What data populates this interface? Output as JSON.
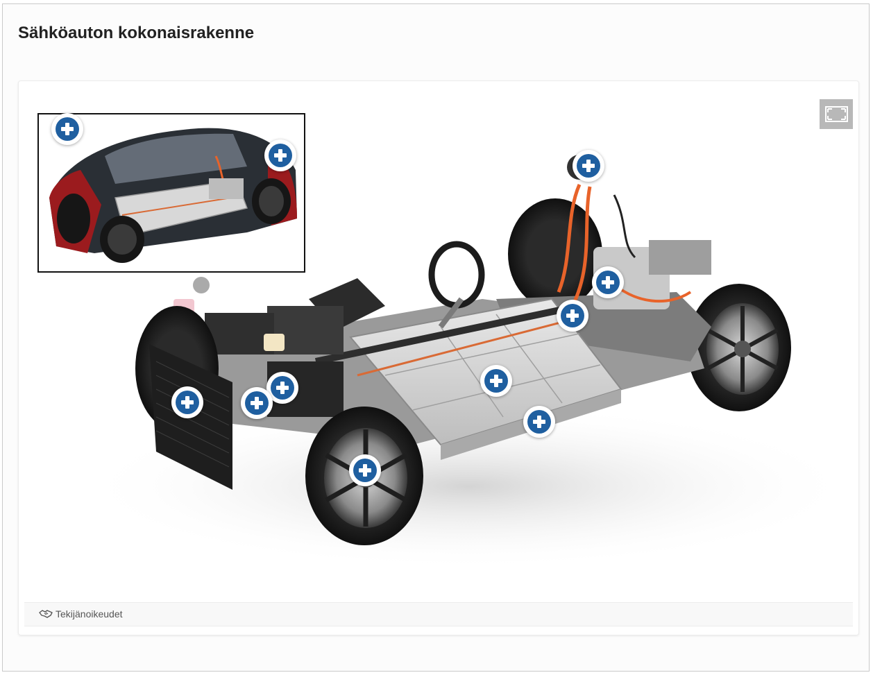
{
  "page": {
    "title": "Sähköauton kokonaisrakenne"
  },
  "viewer": {
    "fullscreen_icon": "fullscreen-expand-icon",
    "inset_hotspot_count": 2,
    "main_hotspot_count": 9,
    "hotspot_icon": "plus-circle-icon",
    "hotspot_color": "#1f5fa0",
    "cable_color": "#e8632a"
  },
  "footer": {
    "credits_label": "Tekijänoikeudet",
    "credits_icon": "handshake-icon"
  }
}
